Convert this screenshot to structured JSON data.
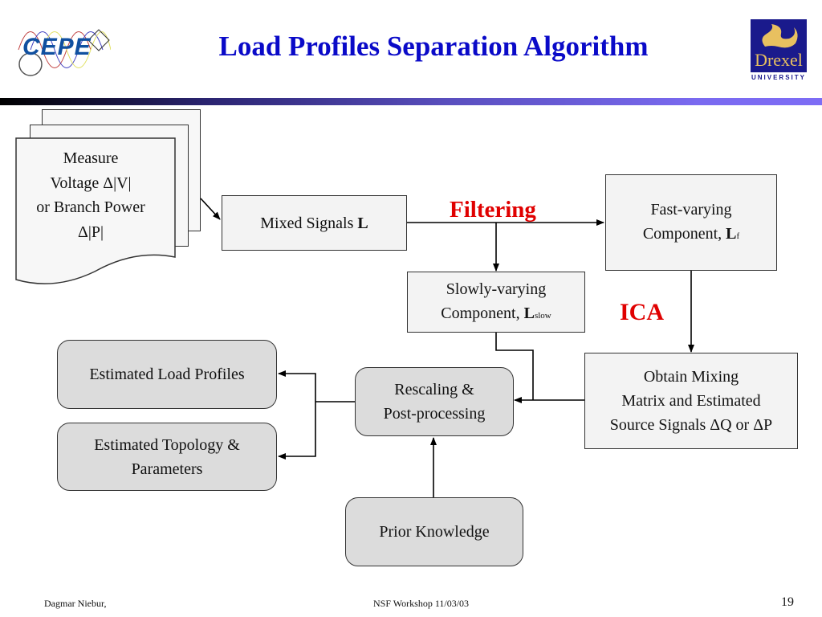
{
  "slide": {
    "title": "Load Profiles Separation Algorithm",
    "logos": {
      "left": "CEPE",
      "right_main": "Drexel",
      "right_sub": "UNIVERSITY"
    },
    "colors": {
      "title": "#0a0ac8",
      "accent_red": "#e00000",
      "right_logo_bg": "#1a1a8c",
      "right_logo_fg": "#e8c060"
    }
  },
  "diagram": {
    "measure": [
      "Measure",
      "Voltage Δ|V|",
      "or Branch Power",
      "Δ|P|"
    ],
    "mixed": {
      "text": "Mixed Signals ",
      "bold": "L"
    },
    "filtering": "Filtering",
    "fast": {
      "line1": "Fast-varying",
      "line2": "Component, ",
      "bold": "L",
      "sub": "f"
    },
    "slow": {
      "line1": "Slowly-varying",
      "line2": "Component, ",
      "bold": "L",
      "sub": "slow"
    },
    "ica": "ICA",
    "mixing": [
      "Obtain Mixing",
      "Matrix and Estimated",
      "Source Signals ΔQ or ΔP"
    ],
    "rescaling": [
      "Rescaling &",
      "Post-processing"
    ],
    "est_load": "Estimated Load Profiles",
    "est_topology": [
      "Estimated Topology &",
      "Parameters"
    ],
    "prior": "Prior Knowledge"
  },
  "footer": {
    "author": "Dagmar Niebur,",
    "event": "NSF Workshop 11/03/03",
    "page": "19"
  }
}
